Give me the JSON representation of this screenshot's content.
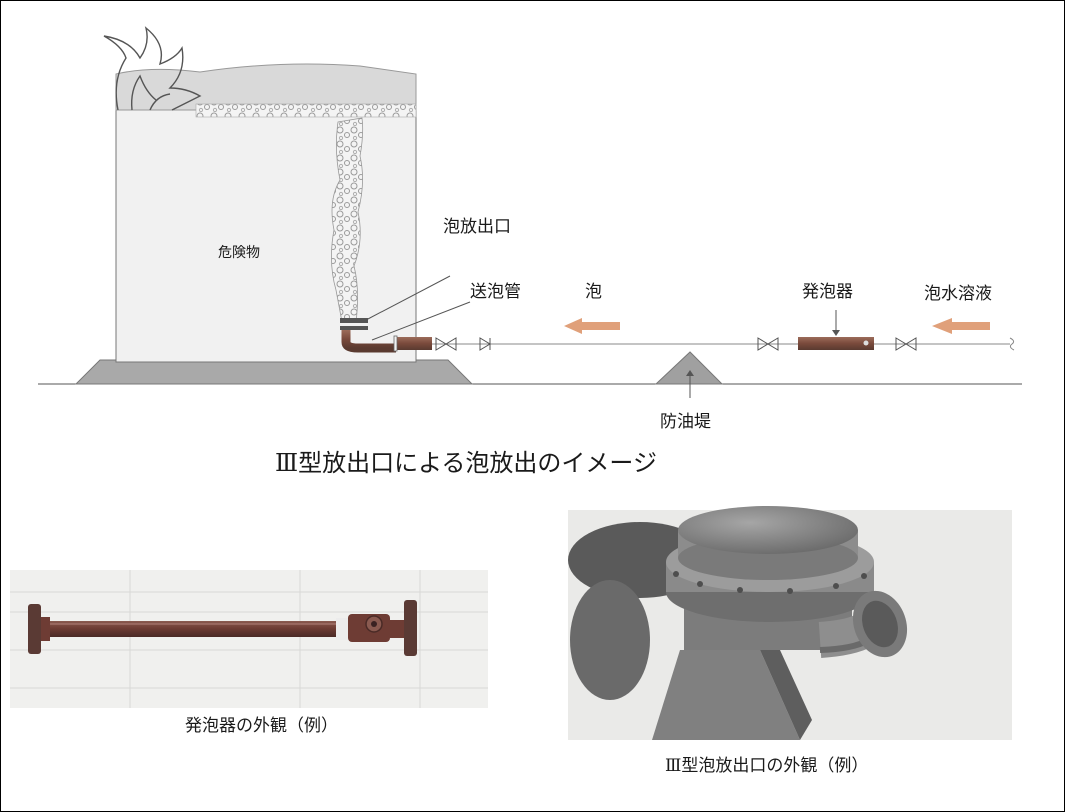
{
  "diagram": {
    "labels": {
      "tank_contents": "危険物",
      "foam_outlet": "泡放出口",
      "foam_pipe": "送泡管",
      "foam": "泡",
      "foam_generator": "発泡器",
      "foam_solution": "泡水溶液",
      "dike": "防油堤"
    },
    "title": "Ⅲ型放出口による泡放出のイメージ"
  },
  "photos": {
    "generator_caption": "発泡器の外観（例）",
    "outlet_caption": "Ⅲ型泡放出口の外観（例）"
  },
  "colors": {
    "tank_fill": "#f1f1f1",
    "tank_roof": "#d9d9d9",
    "base": "#a9a9a9",
    "pipe": "#8a5a4a",
    "foam_arrow": "#e0a07a",
    "dike": "#a0a0a0",
    "line": "#444444"
  }
}
